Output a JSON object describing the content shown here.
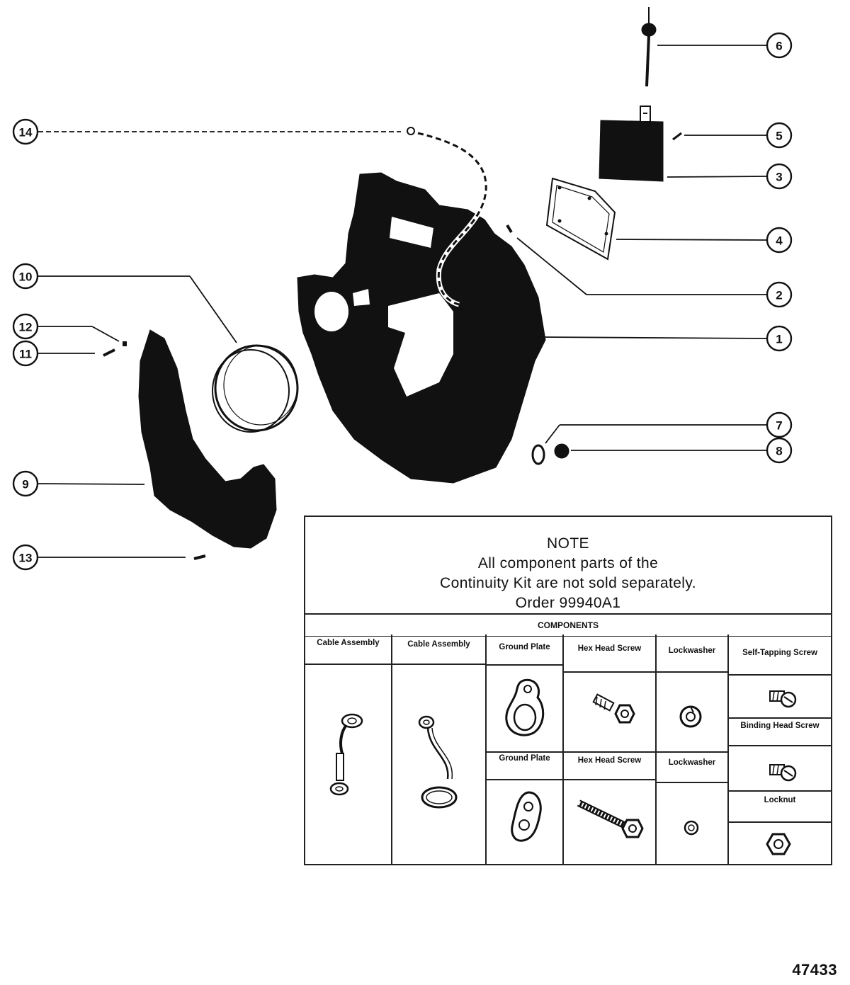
{
  "callouts": [
    "1",
    "2",
    "3",
    "4",
    "5",
    "6",
    "7",
    "8",
    "9",
    "10",
    "11",
    "12",
    "13",
    "14"
  ],
  "note": {
    "title": "NOTE",
    "line1": "All component parts of the",
    "line2": "Continuity Kit are not sold separately.",
    "line3": "Order 99940A1"
  },
  "components": {
    "header": "COMPONENTS",
    "cable_assembly_1": "Cable Assembly",
    "cable_assembly_2": "Cable Assembly",
    "ground_plate_1": "Ground Plate",
    "ground_plate_2": "Ground Plate",
    "hex_head_screw_1": "Hex Head Screw",
    "hex_head_screw_2": "Hex Head Screw",
    "lockwasher_1": "Lockwasher",
    "lockwasher_2": "Lockwasher",
    "self_tapping_screw": "Self-Tapping Screw",
    "binding_head_screw": "Binding Head Screw",
    "locknut": "Locknut"
  },
  "catalog_number": "47433"
}
